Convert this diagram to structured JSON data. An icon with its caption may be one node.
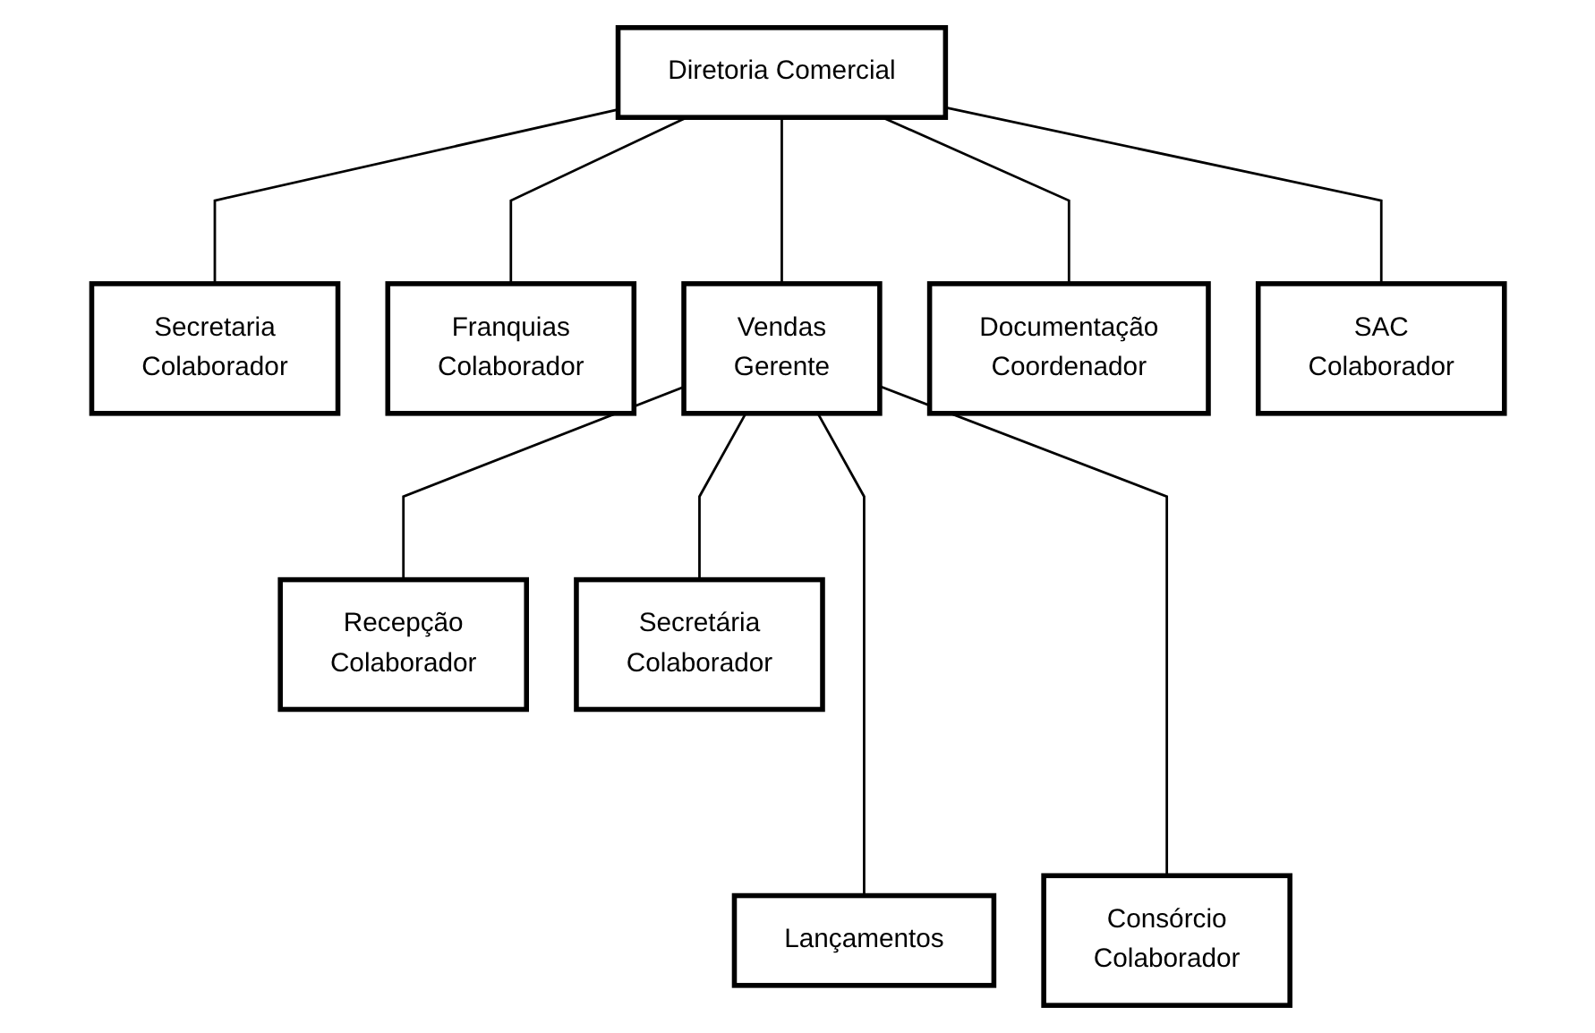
{
  "diagram": {
    "nodes": [
      {
        "text": [
          "Diretoria Comercial"
        ]
      },
      {
        "text": [
          "Secretaria",
          "Colaborador"
        ]
      },
      {
        "text": [
          "Franquias",
          "Colaborador"
        ]
      },
      {
        "text": [
          "Vendas",
          "Gerente"
        ]
      },
      {
        "text": [
          "Documentação",
          "Coordenador"
        ]
      },
      {
        "text": [
          "SAC",
          "Colaborador"
        ]
      },
      {
        "text": [
          "Recepção",
          "Colaborador"
        ]
      },
      {
        "text": [
          "Secretária",
          "Colaborador"
        ]
      },
      {
        "text": [
          "Lançamentos"
        ]
      },
      {
        "text": [
          "Consórcio",
          "Colaborador"
        ]
      }
    ],
    "edges": [
      {
        "from": 0,
        "to": 1,
        "arrow": "none"
      },
      {
        "from": 0,
        "to": 2,
        "arrow": "none"
      },
      {
        "from": 0,
        "to": 3,
        "arrow": "none"
      },
      {
        "from": 0,
        "to": 4,
        "arrow": "none"
      },
      {
        "from": 0,
        "to": 5,
        "arrow": "none"
      },
      {
        "from": 3,
        "to": 6,
        "arrow": "none"
      },
      {
        "from": 3,
        "to": 7,
        "arrow": "none"
      },
      {
        "from": 3,
        "to": 8,
        "arrow": "none"
      },
      {
        "from": 3,
        "to": 9,
        "arrow": "none"
      }
    ]
  }
}
